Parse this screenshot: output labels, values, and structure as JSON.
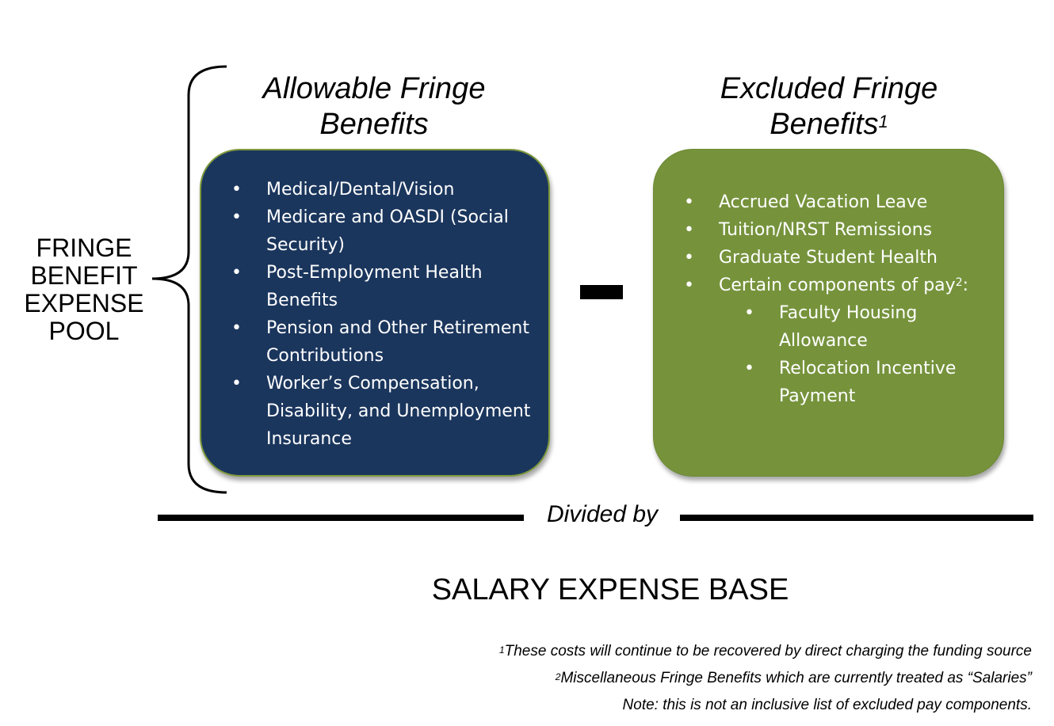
{
  "pool": {
    "lines": [
      "FRINGE",
      "BENEFIT",
      "EXPENSE",
      "POOL"
    ]
  },
  "allowable": {
    "heading_line1": "Allowable Fringe",
    "heading_line2": "Benefits",
    "items": [
      "Medical/Dental/Vision",
      "Medicare and OASDI (Social Security)",
      "Post-Employment Health Benefits",
      "Pension and Other Retirement Contributions",
      "Worker’s Compensation, Disability, and Unemployment Insurance"
    ]
  },
  "excluded": {
    "heading_line1": "Excluded Fringe",
    "heading_line2": "Benefits",
    "heading_marker": "1",
    "items": [
      "Accrued Vacation Leave",
      "Tuition/NRST Remissions",
      "Graduate Student Health"
    ],
    "pay_item_text": "Certain components of pay",
    "pay_item_marker": "2",
    "pay_item_suffix": ":",
    "pay_subitems": [
      "Faculty Housing Allowance",
      "Relocation Incentive Payment"
    ]
  },
  "divider": {
    "label": "Divided by"
  },
  "salary_base": "SALARY EXPENSE BASE",
  "footnotes": {
    "f1_marker": "1",
    "f1_text": "These costs will continue to be recovered by direct charging the funding source",
    "f2_marker": "2",
    "f2_text": "Miscellaneous Fringe Benefits which are currently treated as “Salaries”",
    "note": "Note: this is not an inclusive list of excluded pay components."
  },
  "colors": {
    "allowable_box": "#1b365d",
    "excluded_box": "#76933c",
    "box_text": "#ffffff"
  }
}
